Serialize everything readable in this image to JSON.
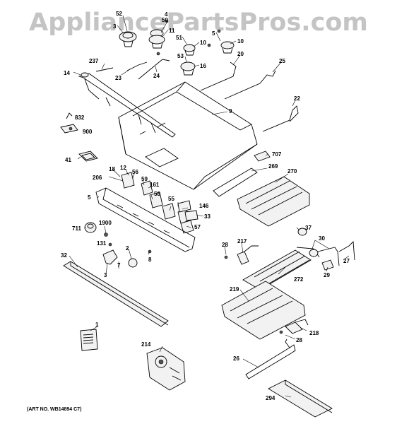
{
  "watermark": "AppliancePartsPros.com",
  "art_number": "(ART NO. WB14894 C7)",
  "parts": {
    "p52": "52",
    "p3a": "3",
    "p50": "50",
    "p4a": "4",
    "p11": "11",
    "p51": "51",
    "p10a": "10",
    "p5a": "5",
    "p10b": "10",
    "p53": "53",
    "p16": "16",
    "p20": "20",
    "p25": "25",
    "p237": "237",
    "p14": "14",
    "p23": "23",
    "p24": "24",
    "p9": "9",
    "p22": "22",
    "p832": "832",
    "p900": "900",
    "p707": "707",
    "p41": "41",
    "p269": "269",
    "p270": "270",
    "p18": "18",
    "p12": "12",
    "p56": "56",
    "p206": "206",
    "p59": "59",
    "p161": "161",
    "p5b": "5",
    "p58": "58",
    "p55": "55",
    "p146": "146",
    "p33": "33",
    "p57": "57",
    "p1900": "1900",
    "p711": "711",
    "p37": "37",
    "p30": "30",
    "p131": "131",
    "p28a": "28",
    "p217": "217",
    "p2": "2",
    "p7": "7",
    "p8": "8",
    "p32": "32",
    "p3b": "3",
    "p27": "27",
    "p29": "29",
    "p272": "272",
    "p219": "219",
    "p1": "1",
    "p218": "218",
    "p28b": "28",
    "p214": "214",
    "p26": "26",
    "p294": "294"
  }
}
